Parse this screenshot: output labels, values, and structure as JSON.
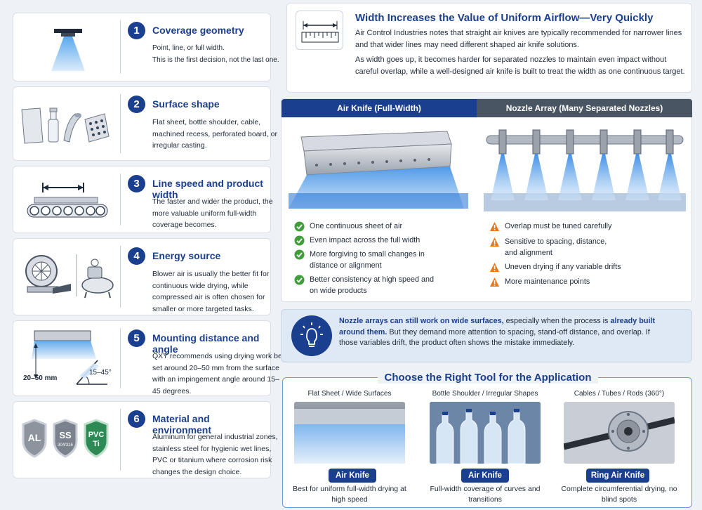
{
  "factors": [
    {
      "num": "1",
      "title": "Coverage geometry",
      "body_lines": [
        "Point, line, or full width.",
        "This is the first decision, not the last one."
      ]
    },
    {
      "num": "2",
      "title": "Surface shape",
      "body": "Flat sheet, bottle shoulder, cable, machined recess, perforated board, or irregular casting."
    },
    {
      "num": "3",
      "title": "Line speed and product width",
      "body": "The faster and wider the product, the more valuable uniform full-width coverage becomes."
    },
    {
      "num": "4",
      "title": "Energy source",
      "body": "Blower air is usually the better fit for continuous wide drying, while compressed air is often chosen for smaller or more targeted tasks."
    },
    {
      "num": "5",
      "title": "Mounting distance and angle",
      "body": "QXY recommends using drying work be set around 20–50 mm from the surface with an impingement angle around 15–45 degrees.",
      "dim_label": "20–50 mm",
      "angle_label": "15–45°"
    },
    {
      "num": "6",
      "title": "Material and environment",
      "body": "Aluminum for general industrial zones, stainless steel for hygienic wet lines, PVC or titanium where corrosion risk changes the design choice.",
      "badges": {
        "al": "AL",
        "ss": "SS",
        "ss_sub": "304/316",
        "pvc": "PVC",
        "ti": "Ti"
      }
    }
  ],
  "header": {
    "title": "Width Increases the Value of Uniform Airflow—Very Quickly",
    "p1": "Air Control Industries notes that straight air knives are typically recommended for narrower lines and that wider lines may need different shaped air knife solutions.",
    "p2": "As width goes up, it becomes harder for separated nozzles to maintain even impact without careful overlap, while a well-designed air knife is built to treat the width as one continuous target."
  },
  "comparison": {
    "left_title": "Air Knife (Full-Width)",
    "right_title": "Nozzle Array (Many Separated Nozzles)",
    "left_bullets": [
      "One continuous sheet of air",
      "Even impact across the full width",
      "More forgiving to small changes in distance or alignment",
      "Better consistency at high speed and on wide products"
    ],
    "right_bullets": [
      "Overlap must be tuned carefully",
      "Sensitive to spacing, distance, and alignment",
      "Uneven drying if any variable drifts",
      "More maintenance points"
    ]
  },
  "tip": {
    "bold": "Nozzle arrays can still work on wide surfaces,",
    "mid": " especially when the process is ",
    "bold2": "already built around them.",
    "rest": " But they demand more attention to spacing, stand-off distance, and overlap. If those variables drift, the product often shows the mistake immediately."
  },
  "tools": {
    "title": "Choose the Right Tool for the Application",
    "items": [
      {
        "head": "Flat Sheet / Wide Surfaces",
        "pill": "Air Knife",
        "desc": "Best for uniform full-width drying at high speed"
      },
      {
        "head": "Bottle Shoulder / Irregular Shapes",
        "pill": "Air Knife",
        "desc": "Full-width coverage of curves and transitions"
      },
      {
        "head": "Cables / Tubes / Rods (360°)",
        "pill": "Ring Air Knife",
        "desc": "Complete circumferential drying, no blind spots"
      }
    ]
  },
  "colors": {
    "accent": "#1b3f8f",
    "grey_header": "#4a5563",
    "check": "#3f9d3a",
    "warn": "#e8781e",
    "air": "#4a9ee8"
  }
}
